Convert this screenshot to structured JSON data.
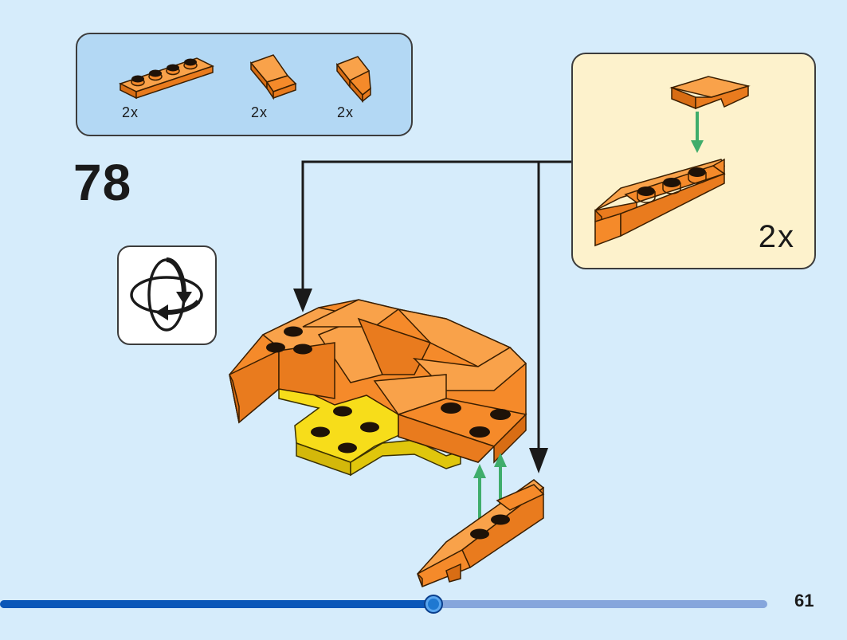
{
  "parts_list": {
    "items": [
      {
        "part": "orange-1x4-plate",
        "count": "2x"
      },
      {
        "part": "orange-wedge-plate-left",
        "count": "2x"
      },
      {
        "part": "orange-wedge-plate-right",
        "count": "2x"
      }
    ]
  },
  "step": {
    "number": "78"
  },
  "rotate_indicator": {
    "icon": "rotate-model-icon"
  },
  "callout": {
    "count": "2x"
  },
  "progress": {
    "fraction": 0.565
  },
  "page": {
    "number": "61"
  },
  "colors": {
    "page_background": "#d6ecfb",
    "parts_box": "#b3d8f4",
    "callout_box": "#fdf2cc",
    "brick_orange": "#f58a2a",
    "brick_yellow": "#f7dd1a",
    "assembly_arrow_green": "#3fad6b",
    "progress_fill": "#0b57b8",
    "progress_track": "#86a6dc"
  }
}
